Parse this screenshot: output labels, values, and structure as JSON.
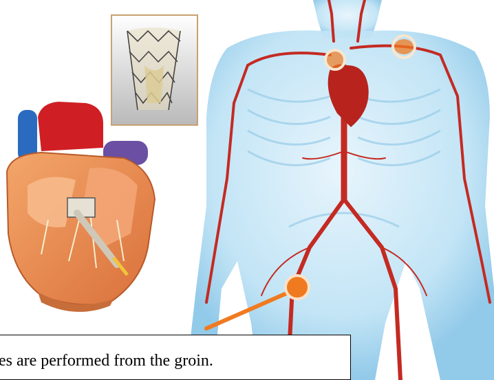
{
  "caption": {
    "text": "dures are performed from the groin."
  },
  "colors": {
    "body_blue": "#bfe3f5",
    "artery_red": "#c42a22",
    "heart_orange": "#e8884a",
    "highlight_orange": "#f07a20",
    "valve_tan": "#d8c89a"
  },
  "icons": [
    "human-body-illustration",
    "heart-cutaway-illustration",
    "valve-stent-photo",
    "access-point-marker",
    "catheter-pointer"
  ]
}
